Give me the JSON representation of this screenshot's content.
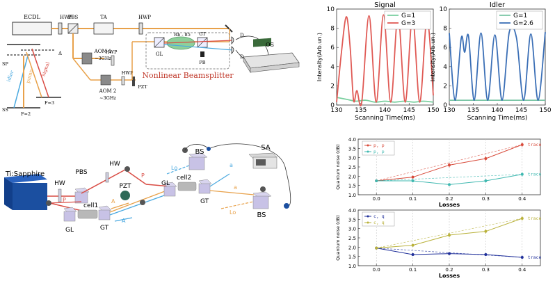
{
  "colors": {
    "orange_beam": "#e8a14a",
    "red_beam": "#d94c44",
    "blue_beam": "#4aa9e0",
    "dashed_gray": "#888888",
    "cell_green": "#8ecf9a",
    "nb_red": "#c0392b",
    "laser_blue": "#1b4fa0",
    "signal_red": "#e05a55",
    "signal_green": "#7bd0a0",
    "idler_blue": "#3b6fb6",
    "idler_green": "#7cc6a6",
    "trace_red": "#d84a3a",
    "trace_cyan": "#3fb8b0",
    "trace_navy": "#1f2f9a",
    "trace_olive": "#b9b13a"
  },
  "diagram_top": {
    "labels": {
      "ecdl": "ECDL",
      "hwp1": "HWP",
      "pbs": "PBS",
      "ta": "TA",
      "hwp2": "HWP",
      "aom1": "AOM 1",
      "aom1_freq": "~3GHz",
      "hwp3": "HWP",
      "hwp4": "HWP",
      "aom2": "AOM 2",
      "aom2_freq": "~3GHz",
      "pzt": "PZT",
      "bs_rb": "Rb - 85",
      "gt": "GT",
      "gl": "GL",
      "pb": "PB",
      "d1": "D",
      "d2": "D",
      "os": "OS",
      "nonlinear": "Nonlinear Beamsplitter",
      "sp": "SP",
      "ss": "SS",
      "idler": "idler",
      "pump": "pump",
      "signal": "signal",
      "f2": "F=2",
      "f3": "F=3",
      "delta": "Δ"
    }
  },
  "diagram_bottom": {
    "labels": {
      "laser": "Ti:Sapphire",
      "hw1": "HW",
      "pbs": "PBS",
      "hw2": "HW",
      "p2": "P",
      "p1": "P",
      "pzt": "PZT",
      "gl1": "GL",
      "cell1": "cell1",
      "gt1": "GT",
      "a_s": "A",
      "a_i": "A",
      "gl2": "GL",
      "cell2": "cell2",
      "gt2": "GT",
      "bs1": "BS",
      "bs2": "BS",
      "lo1": "Lo",
      "lo2": "Lo",
      "sa": "SA",
      "a_out1": "a",
      "a_out2": "a"
    }
  },
  "chart_data": [
    {
      "type": "line",
      "title": "Signal",
      "xlabel": "Scanning Time(ms)",
      "ylabel": "Intensity(Arb.un.)",
      "xlim": [
        130,
        150
      ],
      "ylim": [
        0,
        10
      ],
      "xticks": [
        130,
        135,
        140,
        145,
        150
      ],
      "yticks": [
        0,
        2,
        4,
        6,
        8,
        10
      ],
      "legend": "top-right",
      "series": [
        {
          "name": "G=1",
          "color": "#7bd0a0",
          "x": [
            130,
            132,
            134,
            136,
            138,
            140,
            142,
            144,
            146,
            148,
            150
          ],
          "y": [
            0.8,
            0.6,
            0.4,
            0.5,
            0.3,
            0.4,
            0.3,
            0.4,
            0.3,
            0.4,
            0.3
          ]
        },
        {
          "name": "G=3",
          "color": "#e05a55",
          "x": [
            130,
            131,
            132,
            132.8,
            133.5,
            134.2,
            135.2,
            136.7,
            138.2,
            139.7,
            141.2,
            142.7,
            144.2,
            145.7,
            147.2,
            148.7,
            150
          ],
          "y": [
            0.3,
            5.5,
            9.2,
            6.0,
            0.5,
            1.5,
            0.3,
            9.3,
            0.3,
            9.4,
            0.3,
            9.3,
            0.3,
            9.2,
            0.3,
            9.0,
            1.0
          ]
        }
      ]
    },
    {
      "type": "line",
      "title": "Idler",
      "xlabel": "Scanning Time(ms)",
      "ylabel": "Intensity(Arb.un.)",
      "xlim": [
        130,
        150
      ],
      "ylim": [
        0,
        10
      ],
      "xticks": [
        130,
        135,
        140,
        145,
        150
      ],
      "yticks": [
        0,
        2,
        4,
        6,
        8,
        10
      ],
      "legend": "top-right",
      "series": [
        {
          "name": "G=1",
          "color": "#7cc6a6",
          "x": [
            130,
            134,
            138,
            142,
            146,
            150
          ],
          "y": [
            0.5,
            0.5,
            0.5,
            0.5,
            0.5,
            0.5
          ]
        },
        {
          "name": "G=2.6",
          "color": "#3b6fb6",
          "x": [
            130,
            131.2,
            132.5,
            133.2,
            134.0,
            135.2,
            136.6,
            138.0,
            139.5,
            141.0,
            142.5,
            144.0,
            145.5,
            147.0,
            148.5,
            150
          ],
          "y": [
            7.5,
            0.5,
            7.0,
            5.5,
            7.2,
            0.5,
            7.5,
            0.5,
            7.3,
            0.5,
            7.6,
            7.0,
            0.5,
            7.4,
            0.5,
            7.6
          ]
        }
      ]
    },
    {
      "type": "line",
      "xlabel": "Losses",
      "ylabel": "Quantum noise (dB)",
      "xlim": [
        -0.05,
        0.45
      ],
      "ylim": [
        1.0,
        4.0
      ],
      "xticks": [
        0.0,
        0.1,
        0.2,
        0.3,
        0.4
      ],
      "yticks": [
        1.0,
        1.5,
        2.0,
        2.5,
        3.0,
        3.5,
        4.0
      ],
      "legend": "top-left",
      "series": [
        {
          "name": "p, p",
          "color": "#d84a3a",
          "x": [
            0.0,
            0.1,
            0.2,
            0.3,
            0.4
          ],
          "y": [
            1.75,
            1.95,
            2.6,
            2.95,
            3.7
          ],
          "err": [
            0.05,
            0.08,
            0.12,
            0.12,
            0.12
          ]
        },
        {
          "name": "p, p",
          "color": "#3fb8b0",
          "x": [
            0.0,
            0.1,
            0.2,
            0.3,
            0.4
          ],
          "y": [
            1.75,
            1.75,
            1.55,
            1.75,
            2.1
          ],
          "err": [
            0.05,
            0.08,
            0.08,
            0.1,
            0.12
          ]
        }
      ],
      "annotations": [
        "trace",
        "trace"
      ]
    },
    {
      "type": "line",
      "xlabel": "Losses",
      "ylabel": "Quantum noise (dB)",
      "xlim": [
        -0.05,
        0.45
      ],
      "ylim": [
        1.0,
        4.0
      ],
      "xticks": [
        0.0,
        0.1,
        0.2,
        0.3,
        0.4
      ],
      "yticks": [
        1.0,
        1.5,
        2.0,
        2.5,
        3.0,
        3.5,
        4.0
      ],
      "legend": "top-left",
      "series": [
        {
          "name": "c, q",
          "color": "#1f2f9a",
          "x": [
            0.0,
            0.1,
            0.2,
            0.3,
            0.4
          ],
          "y": [
            1.95,
            1.6,
            1.65,
            1.6,
            1.45
          ],
          "err": [
            0.08,
            0.08,
            0.08,
            0.08,
            0.1
          ]
        },
        {
          "name": "c, q",
          "color": "#b9b13a",
          "x": [
            0.0,
            0.1,
            0.2,
            0.3,
            0.4
          ],
          "y": [
            1.95,
            2.1,
            2.65,
            2.85,
            3.55
          ],
          "err": [
            0.08,
            0.08,
            0.12,
            0.12,
            0.12
          ]
        }
      ],
      "annotations": [
        "trace",
        "trace"
      ]
    }
  ]
}
